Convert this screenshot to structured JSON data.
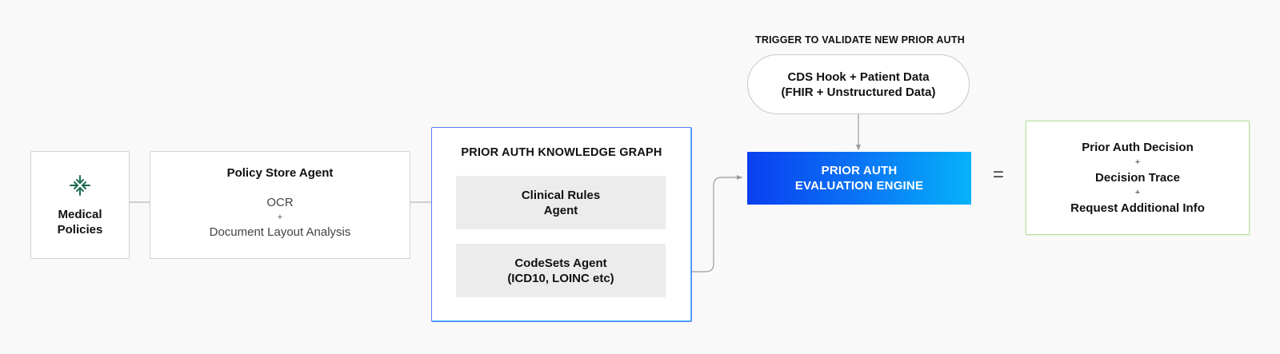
{
  "medical": {
    "label_line1": "Medical",
    "label_line2": "Policies",
    "icon": "compress-arrows-icon"
  },
  "policy_store": {
    "title": "Policy Store Agent",
    "line1": "OCR",
    "plus": "+",
    "line2": "Document Layout Analysis"
  },
  "knowledge_graph": {
    "title": "PRIOR AUTH KNOWLEDGE GRAPH",
    "clinical": {
      "line1": "Clinical Rules",
      "line2": "Agent"
    },
    "codesets": {
      "line1": "CodeSets Agent",
      "line2": "(ICD10, LOINC etc)"
    }
  },
  "trigger": {
    "label": "TRIGGER TO VALIDATE NEW PRIOR AUTH",
    "line1": "CDS Hook + Patient Data",
    "line2": "(FHIR + Unstructured Data)"
  },
  "engine": {
    "line1": "PRIOR AUTH",
    "line2": "EVALUATION ENGINE"
  },
  "equals": "=",
  "decision": {
    "line1": "Prior Auth Decision",
    "plus1": "+",
    "line2": "Decision Trace",
    "plus2": "+",
    "line3": "Request Additional Info"
  },
  "colors": {
    "icon": "#1e6b52",
    "kg_border": "#5a7dff",
    "engine_start": "#0a3ff0",
    "engine_end": "#06b2fa",
    "decision_border": "#b9dfa8"
  }
}
